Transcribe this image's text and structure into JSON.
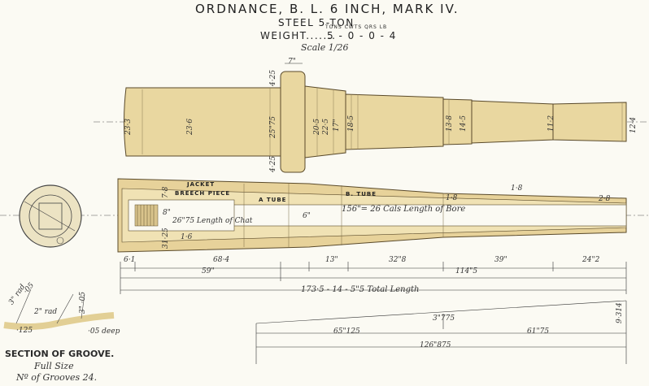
{
  "header": {
    "title": "ORDNANCE, B. L. 6 INCH, MARK IV.",
    "subtitle": "STEEL 5-TON",
    "weight_label": "WEIGHT.......",
    "weight_value": "5 - 0 - 0 - 4",
    "weight_units": "TONS CWTS QRS LB",
    "scale": "Scale 1/26"
  },
  "exterior_dims": {
    "trunnion_width": "7\"",
    "d1": "23·3",
    "d2": "23·6",
    "d3": "25\"75",
    "d4": "20·5",
    "d5": "22·5",
    "d6": "17\"",
    "d7": "18·5",
    "d8": "13·8",
    "d9": "14·5",
    "d10": "11·2",
    "d11": "12·4",
    "trunnion_top": "4·25",
    "trunnion_bottom": "4·25"
  },
  "section_labels": {
    "jacket": "JACKET",
    "breech_piece": "BREECH PIECE",
    "a_tube": "A TUBE",
    "b_tube": "B. TUBE",
    "chamber": "26\"75 Length of Chat",
    "bore": "156\"= 26 Cals Length of Bore",
    "bore_dia": "6\"",
    "chamber_dia": "8\"",
    "d_78": "7·8",
    "d_31": "31·25",
    "d_16": "1·6",
    "t18a": "1·8",
    "t18b": "1·8",
    "t28": "2·8"
  },
  "lengths": {
    "a": "6·1",
    "b": "68·4",
    "c": "13\"",
    "d": "32\"8",
    "e": "39\"",
    "f": "24\"2",
    "g": "59\"",
    "h": "114\"5",
    "total": "173·5 - 14 - 5\"5 Total Length"
  },
  "rifling": {
    "r1": "3\"775",
    "r2": "65\"125",
    "r3": "61\"75",
    "r4": "126\"875",
    "r5": "9·314"
  },
  "groove": {
    "title": "SECTION OF GROOVE.",
    "full_size": "Full Size",
    "count": "Nº of Grooves 24.",
    "rad3": "3\" rad",
    "rad2": "2\" rad",
    "d05": "·05",
    "d3_05": "3\" ·05",
    "deep": "·05 deep",
    "d125": "·125"
  }
}
